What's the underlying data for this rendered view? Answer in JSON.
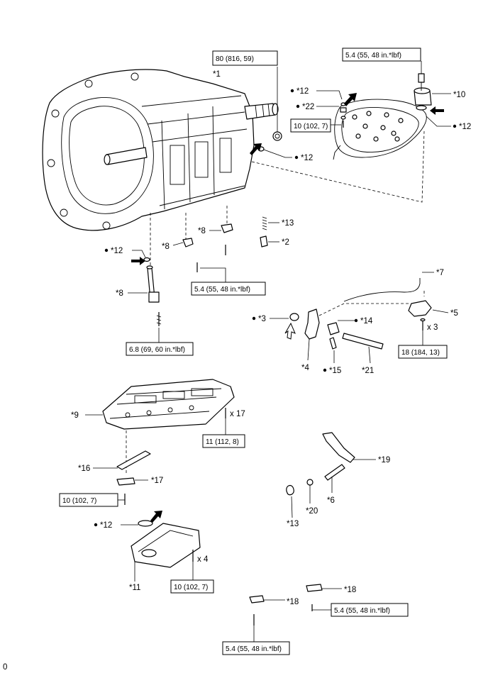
{
  "specs": {
    "s1": "80 (816, 59)",
    "s2": "5.4 (55, 48 in.*lbf)",
    "s3": "10 (102, 7)",
    "s4": "5.4 (55, 48 in.*lbf)",
    "s5": "6.8 (69, 60 in.*lbf)",
    "s6": "18 (184, 13)",
    "s7": "11 (112, 8)",
    "s8": "10 (102, 7)",
    "s9": "10 (102, 7)",
    "s10": "5.4 (55, 48 in.*lbf)",
    "s11": "5.4 (55, 48 in.*lbf)"
  },
  "labels": {
    "l1": "*1",
    "l10": "*10",
    "l12a": "*12",
    "l22": "*22",
    "l12b": "*12",
    "l12c": "*12",
    "l8a": "*8",
    "l13a": "*13",
    "l8b": "*8",
    "l2": "*2",
    "l12d": "*12",
    "l8c": "*8",
    "l7": "*7",
    "l3": "*3",
    "l14": "*14",
    "l5": "*5",
    "l4": "*4",
    "l15": "*15",
    "l21": "*21",
    "l9": "*9",
    "l16": "*16",
    "l17": "*17",
    "l19": "*19",
    "l6": "*6",
    "l20": "*20",
    "l13b": "*13",
    "l12e": "*12",
    "l11": "*11",
    "l18a": "*18",
    "l18b": "*18"
  },
  "qty": {
    "q1": "x 3",
    "q2": "x 17",
    "q3": "x 4"
  },
  "footer": "0"
}
